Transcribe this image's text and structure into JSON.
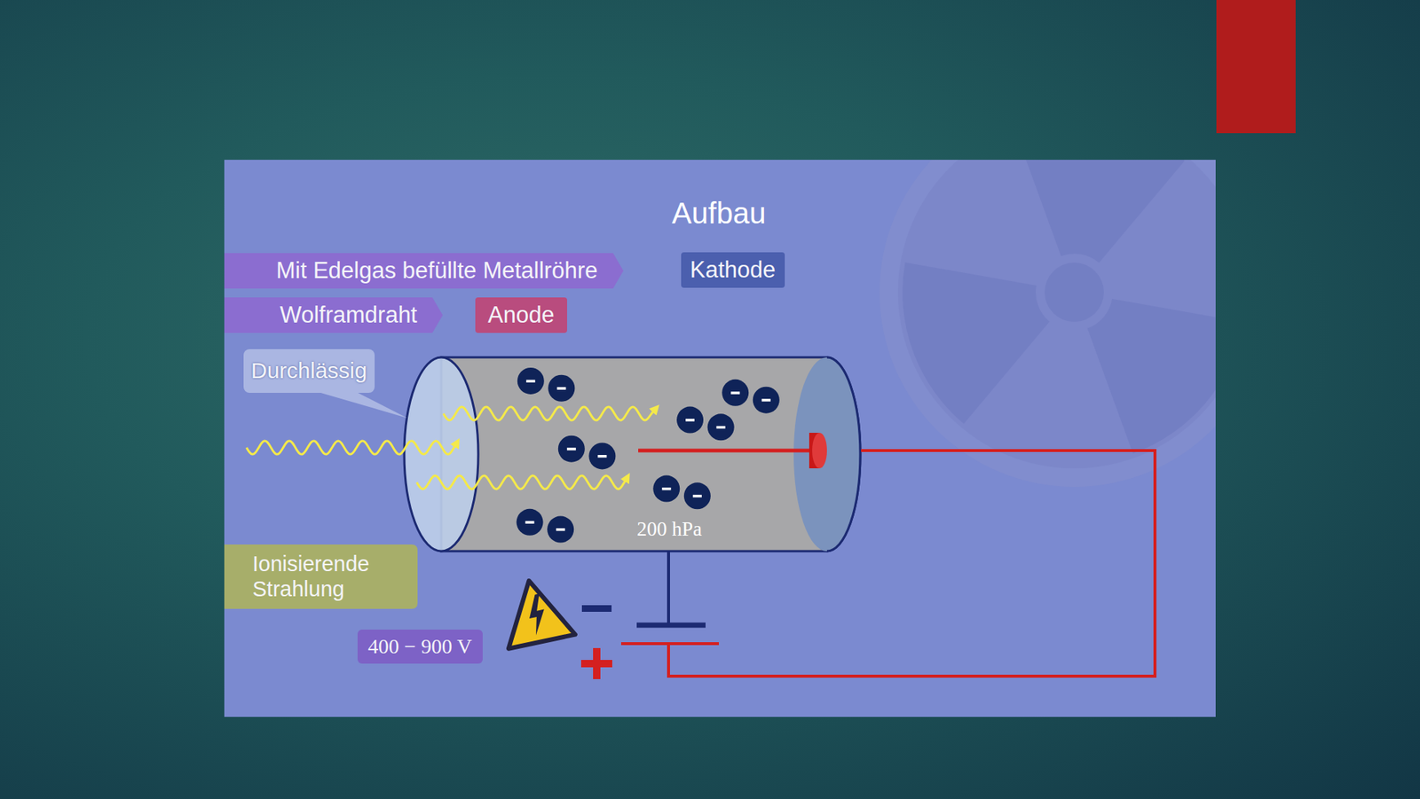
{
  "diagram": {
    "title": "Aufbau",
    "nodes": [
      {
        "text": [
          "Mit Edelgas befüllte Metallröhre"
        ]
      },
      {
        "text": [
          "Kathode"
        ]
      },
      {
        "text": [
          "Wolframdraht"
        ]
      },
      {
        "text": [
          "Anode"
        ]
      },
      {
        "text": [
          "Durchlässig"
        ]
      },
      {
        "text": [
          "Ionisierende Strahlung"
        ]
      },
      {
        "text": [
          "400 − 900 V"
        ]
      }
    ],
    "labels": [
      "200 hPa"
    ]
  }
}
